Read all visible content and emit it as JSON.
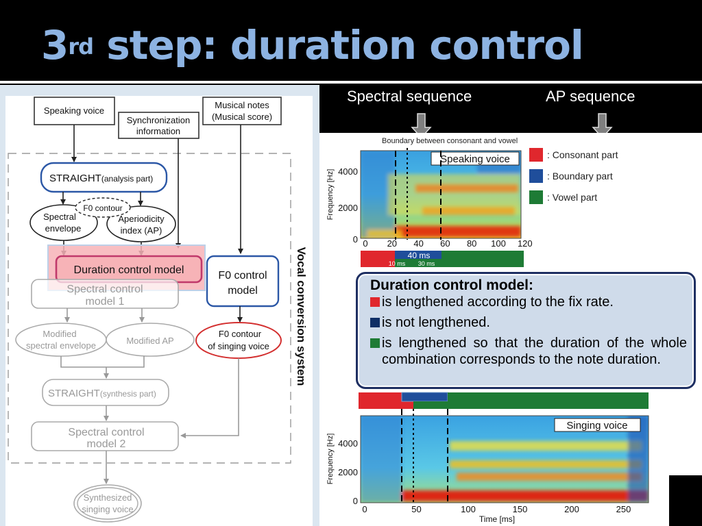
{
  "slide": {
    "title_prefix": "3",
    "title_sup": "rd",
    "title_rest": " step: duration control"
  },
  "diagram": {
    "speaking_voice": "Speaking voice",
    "sync_line1": "Synchronization",
    "sync_line2": "information",
    "notes_line1": "Musical notes",
    "notes_line2": "(Musical score)",
    "straight_analysis_main": "STRAIGHT",
    "straight_analysis_sub": "(analysis part)",
    "f0_contour": "F0 contour",
    "spectral_env_line1": "Spectral",
    "spectral_env_line2": "envelope",
    "aperiodicity_line1": "Aperiodicity",
    "aperiodicity_line2": "index (AP)",
    "duration_model": "Duration control model",
    "f0_control_line1": "F0 control",
    "f0_control_line2": "model",
    "spectral_model1_line1": "Spectral control",
    "spectral_model1_line2": "model 1",
    "mod_spec_line1": "Modified",
    "mod_spec_line2": "spectral envelope",
    "modified_ap": "Modified  AP",
    "f0_singing_line1": "F0 contour",
    "f0_singing_line2": "of singing voice",
    "straight_synth_main": "STRAIGHT",
    "straight_synth_sub": "(synthesis part)",
    "spectral_model2_line1": "Spectral control",
    "spectral_model2_line2": "model 2",
    "synth_line1": "Synthesized",
    "synth_line2": "singing voice",
    "vocal_system": "Vocal conversion system"
  },
  "right": {
    "spectral_sequence": "Spectral sequence",
    "ap_sequence": "AP sequence",
    "boundary_label": "Boundary between consonant and vowel",
    "legend": [
      {
        "label": ": Consonant part",
        "color": "#e0272d"
      },
      {
        "label": ": Boundary part",
        "color": "#1f4e9b"
      },
      {
        "label": ": Vowel part",
        "color": "#1e7b35"
      }
    ]
  },
  "speaking_plot": {
    "badge": "Speaking voice",
    "ylabel": "Frequency [Hz]",
    "yticks": [
      "4000",
      "2000",
      "0"
    ],
    "xticks": [
      "0",
      "20",
      "40",
      "60",
      "80",
      "100",
      "120"
    ],
    "bar_40ms": "40 ms",
    "bar_10ms": "10 ms",
    "bar_30ms": "30 ms"
  },
  "singing_plot": {
    "badge": "Singing voice",
    "ylabel": "Frequency [Hz]",
    "yticks": [
      "4000",
      "2000",
      "0"
    ],
    "xticks": [
      "0",
      "50",
      "100",
      "150",
      "200",
      "250"
    ],
    "xlabel": "Time [ms]"
  },
  "callout": {
    "title": "Duration control model:",
    "lines": [
      {
        "text": "is lengthened  according to the  fix rate.",
        "color": "#e0272d"
      },
      {
        "text": "is not lengthened.",
        "color": "#0f2f66"
      },
      {
        "text": "is lengthened so that the duration of the whole combination corresponds to the note duration.",
        "color": "#1e7b35"
      }
    ]
  },
  "colors": {
    "title": "#8db3e2",
    "consonant": "#e0272d",
    "boundary": "#1f4e9b",
    "vowel": "#1e7b35"
  }
}
